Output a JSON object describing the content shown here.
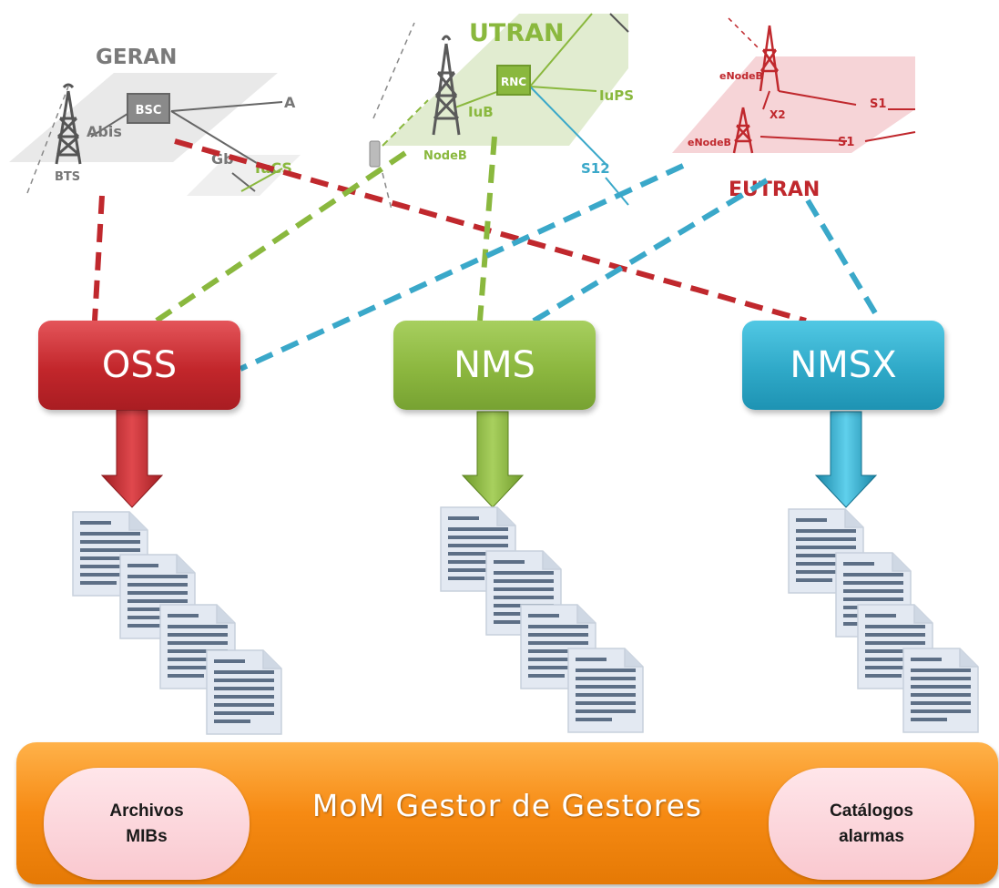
{
  "networks": {
    "geran": {
      "title": "GERAN",
      "bsc": "BSC",
      "abis": "Abis",
      "bts": "BTS",
      "a": "A",
      "gb": "Gb",
      "iucs": "IuCS"
    },
    "utran": {
      "title": "UTRAN",
      "rnc": "RNC",
      "iub": "IuB",
      "iups": "IuPS",
      "nodeb": "NodeB",
      "s12": "S12"
    },
    "eutran": {
      "title": "EUTRAN",
      "enodeb_top": "eNodeB",
      "enodeb_bottom": "eNodeB",
      "x2": "X2",
      "s1_top": "S1",
      "s1_bottom": "S1"
    }
  },
  "systems": {
    "oss": "OSS",
    "nms": "NMS",
    "nmsx": "NMSX"
  },
  "mom": {
    "title": "MoM Gestor de Gestores",
    "left_pill": {
      "line1": "Archivos",
      "line2": "MIBs"
    },
    "right_pill": {
      "line1": "Catálogos",
      "line2": "alarmas"
    }
  },
  "colors": {
    "red": "#c0282d",
    "green": "#8ab83e",
    "blue": "#3aa8c9",
    "orange": "#f68a13"
  }
}
